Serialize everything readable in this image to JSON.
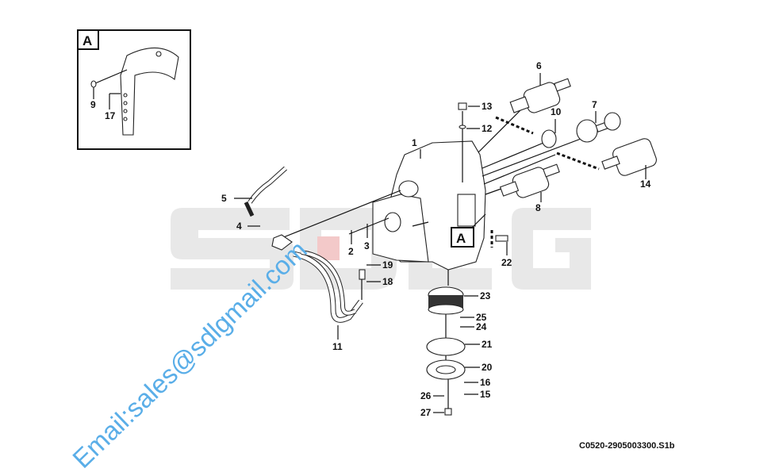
{
  "diagram": {
    "watermark_logo": "SDLG",
    "watermark_email": "Email:sales@sdlgmail.com",
    "drawing_code": "C0520-2905003300.S1b",
    "detail_label": "A",
    "callout_label": "A",
    "part_numbers": {
      "p1": "1",
      "p2": "2",
      "p3": "3",
      "p4": "4",
      "p5": "5",
      "p6": "6",
      "p7": "7",
      "p8": "8",
      "p9": "9",
      "p10": "10",
      "p11": "11",
      "p12": "12",
      "p13": "13",
      "p14": "14",
      "p15": "15",
      "p16": "16",
      "p17": "17",
      "p18": "18",
      "p19": "19",
      "p20": "20",
      "p21": "21",
      "p22": "22",
      "p23": "23",
      "p24": "24",
      "p25": "25",
      "p26": "26",
      "p27": "27"
    },
    "colors": {
      "watermark": "#e8e8e8",
      "email": "#5aaee8",
      "accent_red": "#f3c9c9"
    }
  }
}
